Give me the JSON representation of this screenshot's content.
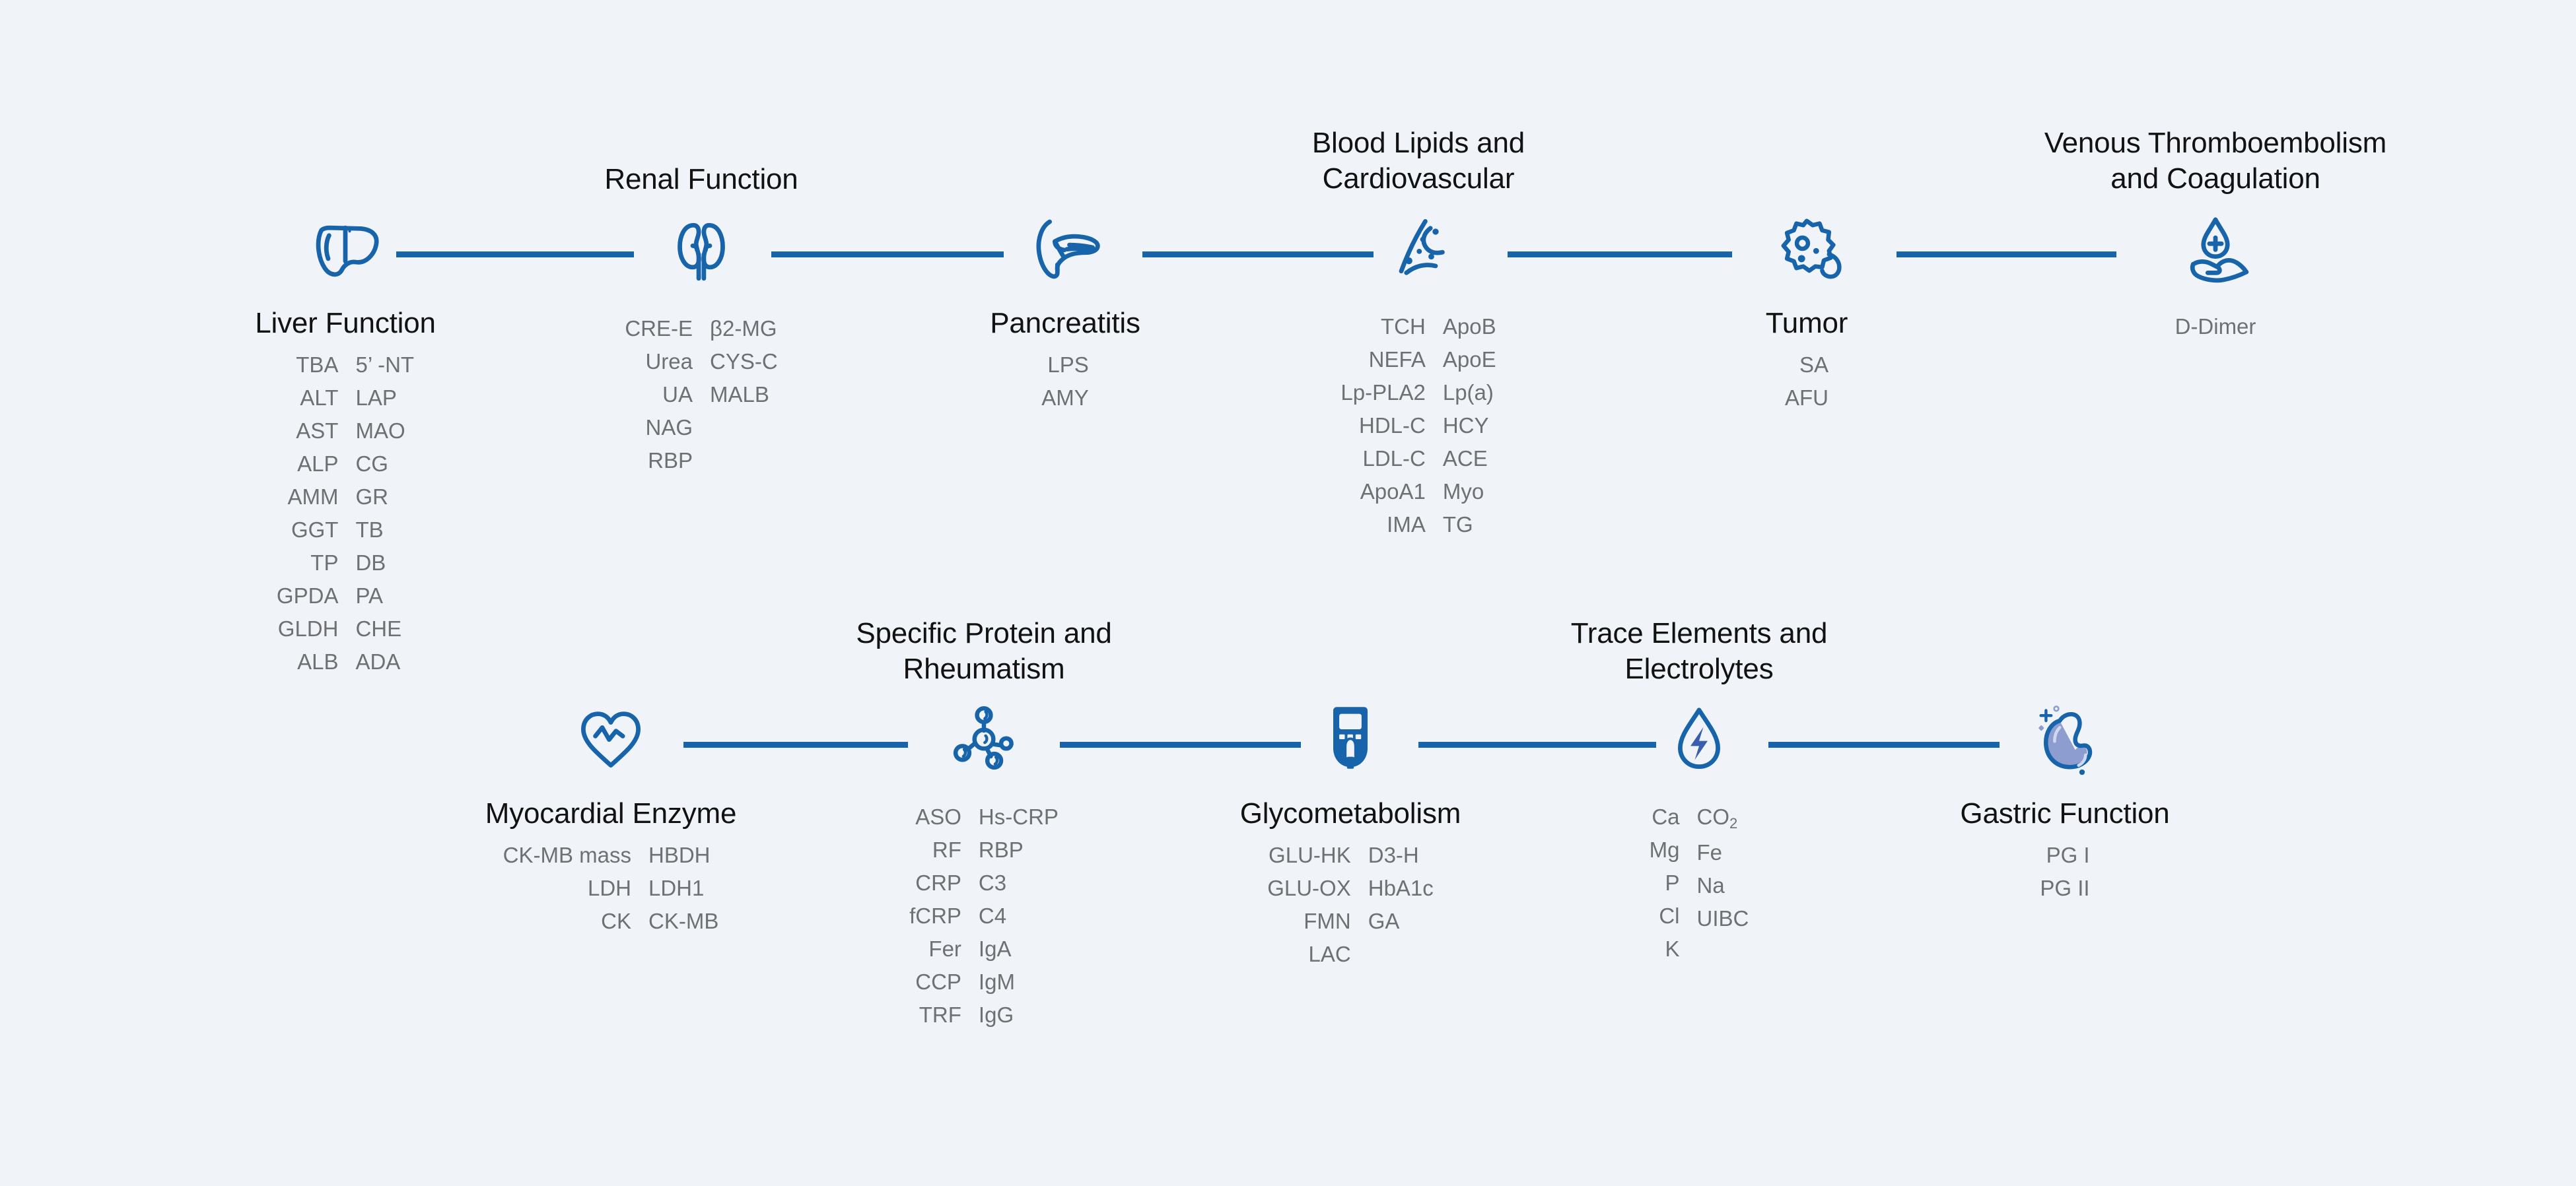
{
  "theme": {
    "background": "#f0f4f9",
    "accent": "#1764ab",
    "title_color": "#121212",
    "item_color": "#6f7072",
    "gastric_fill": "#8d9dd0"
  },
  "rows": [
    {
      "name": "top-row",
      "nodes": [
        {
          "id": "liver-function",
          "title": "Liver Function",
          "icon": "liver-icon",
          "title_position": "below",
          "columns": [
            [
              "TBA",
              "ALT",
              "AST",
              "ALP",
              "AMM",
              "GGT",
              "TP",
              "GPDA",
              "GLDH",
              "ALB"
            ],
            [
              "5’ -NT",
              "LAP",
              "MAO",
              "CG",
              "GR",
              "TB",
              "DB",
              "PA",
              "CHE",
              "ADA"
            ]
          ]
        },
        {
          "id": "renal-function",
          "title": "Renal Function",
          "icon": "kidneys-icon",
          "title_position": "above",
          "columns": [
            [
              "CRE-E",
              "Urea",
              "UA",
              "NAG",
              "RBP"
            ],
            [
              "β2-MG",
              "CYS-C",
              "MALB"
            ]
          ]
        },
        {
          "id": "pancreatitis",
          "title": "Pancreatitis",
          "icon": "pancreas-icon",
          "title_position": "below",
          "columns": [
            [
              "LPS",
              "AMY"
            ],
            []
          ]
        },
        {
          "id": "blood-lipids-and-cardiovascular",
          "title": "Blood Lipids and Cardiovascular",
          "icon": "blood-vessel-icon",
          "title_position": "above",
          "columns": [
            [
              "TCH",
              "NEFA",
              "Lp-PLA2",
              "HDL-C",
              "LDL-C",
              "ApoA1",
              "IMA"
            ],
            [
              "ApoB",
              "ApoE",
              "Lp(a)",
              "HCY",
              "ACE",
              "Myo",
              "TG"
            ]
          ]
        },
        {
          "id": "tumor",
          "title": "Tumor",
          "icon": "tumor-cell-icon",
          "title_position": "below",
          "columns": [
            [
              "SA",
              "AFU"
            ],
            []
          ]
        },
        {
          "id": "venous-thromboembolism-and-coagulation",
          "title": "Venous Thromboembolism and Coagulation",
          "icon": "blood-drop-hand-icon",
          "title_position": "above",
          "columns": [
            [
              "D-Dimer"
            ],
            []
          ]
        }
      ]
    },
    {
      "name": "bottom-row",
      "nodes": [
        {
          "id": "myocardial-enzyme",
          "title": "Myocardial Enzyme",
          "icon": "heart-pulse-icon",
          "title_position": "below",
          "columns": [
            [
              "CK-MB mass",
              "LDH",
              "CK"
            ],
            [
              "HBDH",
              "LDH1",
              "CK-MB"
            ]
          ]
        },
        {
          "id": "specific-protein-and-rheumatism",
          "title": "Specific Protein and Rheumatism",
          "icon": "molecule-icon",
          "title_position": "above",
          "columns": [
            [
              "ASO",
              "RF",
              "CRP",
              "fCRP",
              "Fer",
              "CCP",
              "TRF"
            ],
            [
              "Hs-CRP",
              "RBP",
              "C3",
              "C4",
              "IgA",
              "IgM",
              "IgG"
            ]
          ]
        },
        {
          "id": "glycometabolism",
          "title": "Glycometabolism",
          "icon": "glucose-meter-icon",
          "title_position": "below",
          "columns": [
            [
              "GLU-HK",
              "GLU-OX",
              "FMN",
              "LAC"
            ],
            [
              "D3-H",
              "HbA1c",
              "GA"
            ]
          ]
        },
        {
          "id": "trace-elements-and-electrolytes",
          "title": "Trace Elements and Electrolytes",
          "icon": "droplet-bolt-icon",
          "title_position": "above",
          "columns": [
            [
              "Ca",
              "Mg",
              "P",
              "Cl",
              "K"
            ],
            [
              "CO2",
              "Fe",
              "Na",
              "UIBC"
            ]
          ]
        },
        {
          "id": "gastric-function",
          "title": "Gastric Function",
          "icon": "stomach-icon",
          "title_position": "below",
          "columns": [
            [
              "PG I",
              "PG II"
            ],
            []
          ]
        }
      ]
    }
  ]
}
